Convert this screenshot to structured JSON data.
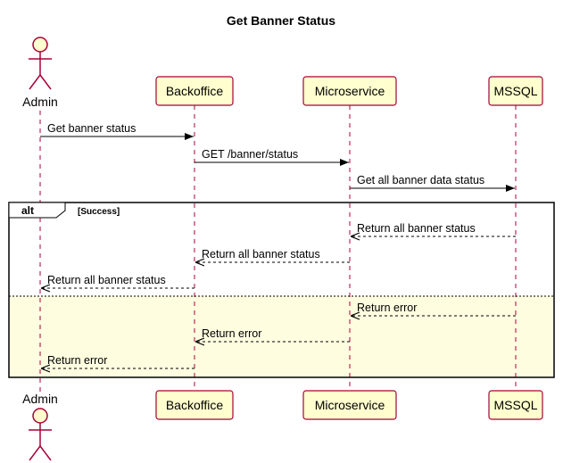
{
  "diagram": {
    "title": "Get Banner Status",
    "colors": {
      "participant_fill": "#FEFECE",
      "participant_stroke": "#A80036",
      "lifeline": "#A80036",
      "alt_else_fill": "#FFFDE0",
      "line": "#000000"
    },
    "participants": [
      {
        "id": "admin",
        "label": "Admin",
        "kind": "actor"
      },
      {
        "id": "backoffice",
        "label": "Backoffice",
        "kind": "participant"
      },
      {
        "id": "microservice",
        "label": "Microservice",
        "kind": "participant"
      },
      {
        "id": "mssql",
        "label": "MSSQL",
        "kind": "participant"
      }
    ],
    "messages": [
      {
        "from": "admin",
        "to": "backoffice",
        "label": "Get banner status",
        "style": "solid"
      },
      {
        "from": "backoffice",
        "to": "microservice",
        "label": "GET /banner/status",
        "style": "solid"
      },
      {
        "from": "microservice",
        "to": "mssql",
        "label": "Get all banner data status",
        "style": "solid"
      },
      {
        "from": "mssql",
        "to": "microservice",
        "label": "Return all banner status",
        "style": "dashed"
      },
      {
        "from": "microservice",
        "to": "backoffice",
        "label": "Return all banner status",
        "style": "dashed"
      },
      {
        "from": "backoffice",
        "to": "admin",
        "label": "Return all banner status",
        "style": "dashed"
      },
      {
        "from": "mssql",
        "to": "microservice",
        "label": "Return error",
        "style": "dashed"
      },
      {
        "from": "microservice",
        "to": "backoffice",
        "label": "Return error",
        "style": "dashed"
      },
      {
        "from": "backoffice",
        "to": "admin",
        "label": "Return error",
        "style": "dashed"
      }
    ],
    "alt": {
      "keyword": "alt",
      "condition": "[Success]"
    }
  }
}
